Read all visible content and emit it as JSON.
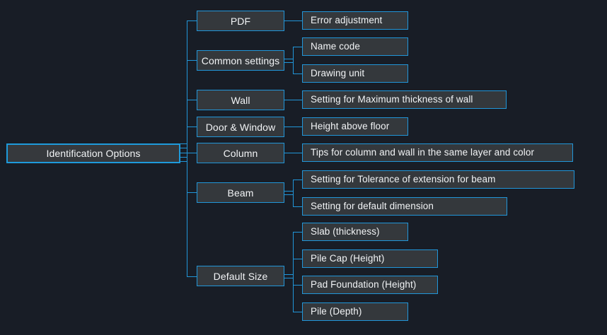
{
  "diagram": {
    "title": "Identification Options",
    "type": "mind-map-tree",
    "colors": {
      "background": "#181d26",
      "node_fill": "#34383c",
      "node_border": "#2196d9",
      "root_fill": "#36393d",
      "root_border": "#1e9bdc",
      "text": "#f2f4f6",
      "connector": "#2196d9"
    },
    "root": {
      "label": "Identification Options"
    },
    "branches": [
      {
        "label": "PDF",
        "children": [
          {
            "label": "Error adjustment"
          }
        ]
      },
      {
        "label": "Common settings",
        "children": [
          {
            "label": "Name code"
          },
          {
            "label": "Drawing unit"
          }
        ]
      },
      {
        "label": "Wall",
        "children": [
          {
            "label": "Setting for Maximum thickness of wall"
          }
        ]
      },
      {
        "label": "Door & Window",
        "children": [
          {
            "label": "Height above floor"
          }
        ]
      },
      {
        "label": "Column",
        "children": [
          {
            "label": "Tips for column and wall in the same layer and color"
          }
        ]
      },
      {
        "label": "Beam",
        "children": [
          {
            "label": "Setting for Tolerance of extension for beam"
          },
          {
            "label": "Setting for default dimension"
          }
        ]
      },
      {
        "label": "Default Size",
        "children": [
          {
            "label": "Slab (thickness)"
          },
          {
            "label": "Pile Cap (Height)"
          },
          {
            "label": "Pad Foundation (Height)"
          },
          {
            "label": "Pile (Depth)"
          }
        ]
      }
    ]
  }
}
